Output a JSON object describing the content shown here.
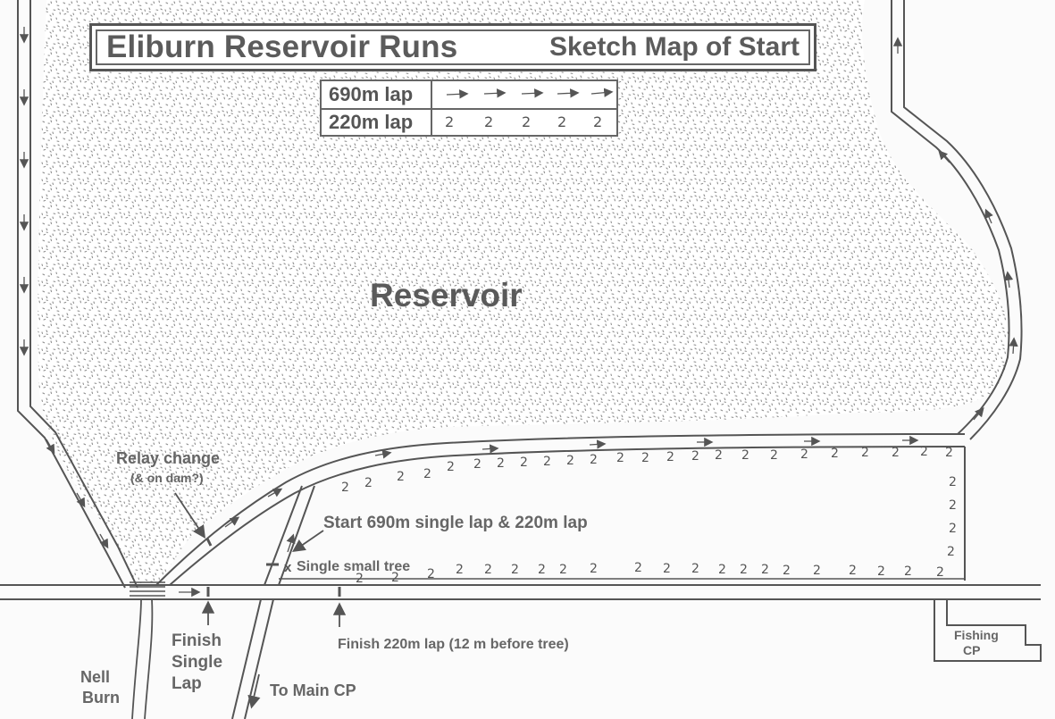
{
  "title": {
    "main": "Eliburn Reservoir Runs",
    "sub": "Sketch Map of Start"
  },
  "legend": {
    "lap_690": "690m lap",
    "lap_220": "220m lap",
    "lap_690_marker": "arrow",
    "lap_220_marker": "2"
  },
  "labels": {
    "reservoir": "Reservoir",
    "relay_change": "Relay change",
    "relay_change_note": "(& on dam?)",
    "start": "Start 690m single lap & 220m lap",
    "tree_marker": "x",
    "tree": "Single small tree",
    "finish_single_1": "Finish",
    "finish_single_2": "Single",
    "finish_single_3": "Lap",
    "finish_220": "Finish 220m lap (12 m before tree)",
    "nell_1": "Nell",
    "nell_2": "Burn",
    "main_cp": "To Main CP",
    "fishing_1": "Fishing",
    "fishing_2": "CP"
  },
  "colors": {
    "ink": "#555555",
    "water_stipple": "#9a9a9a",
    "paper": "#fbfbfb"
  }
}
